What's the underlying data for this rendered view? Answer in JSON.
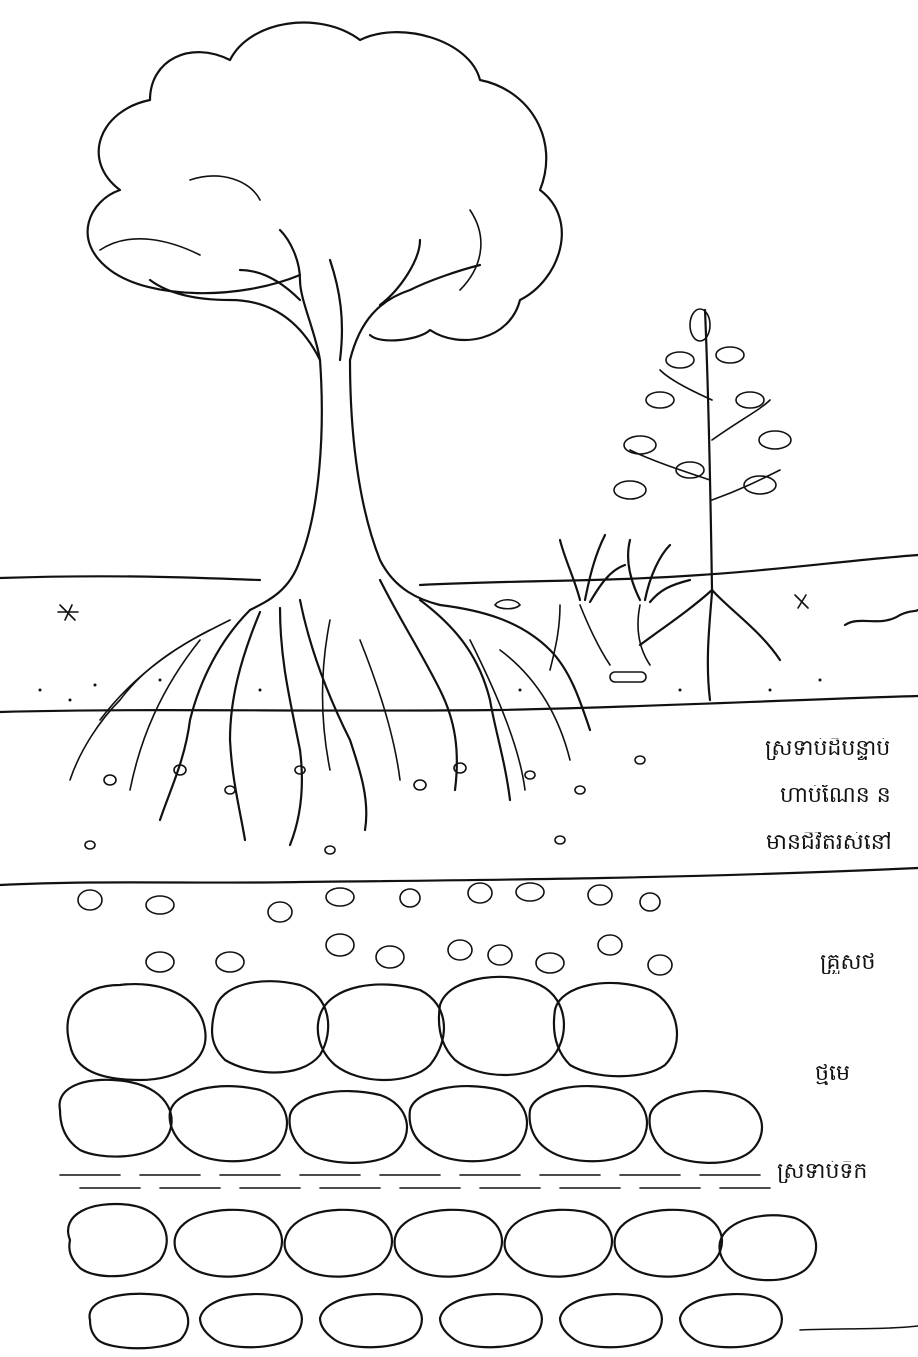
{
  "labels": {
    "topsoil_line1": "ស្រទាប់ដីបន្ទាប់",
    "topsoil_line2": "ហាប់ណែន ន",
    "topsoil_line3": "មានជីវិតរស់នៅ",
    "gravel": "គ្រួសថ",
    "rock": "ថ្មមេ",
    "water_layer": "ស្រទាប់ទឹក"
  }
}
